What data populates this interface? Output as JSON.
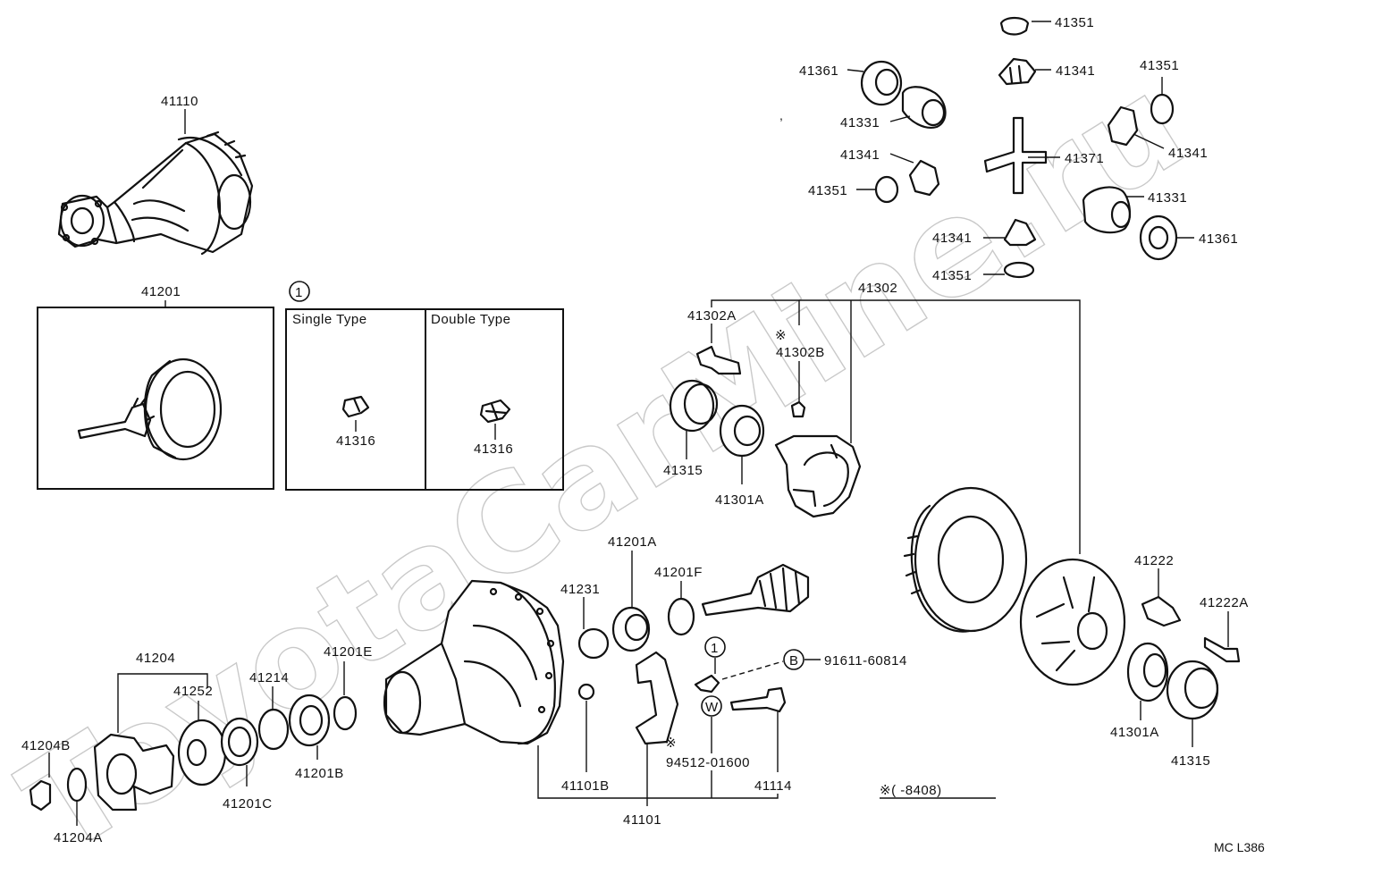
{
  "watermark": "ToyotaCarMine.ru",
  "inset": {
    "callout": "1",
    "single_label": "Single Type",
    "double_label": "Double Type"
  },
  "labels": {
    "p41110": "41110",
    "p41201": "41201",
    "p41316_single": "41316",
    "p41316_double": "41316",
    "p41351_top": "41351",
    "p41341_top": "41341",
    "p41361_left": "41361",
    "p41331_left": "41331",
    "p41341_left": "41341",
    "p41351_left": "41351",
    "p41351_right": "41351",
    "p41341_right": "41341",
    "p41371": "41371",
    "p41331_right": "41331",
    "p41341_bottom": "41341",
    "p41361_right": "41361",
    "p41351_bottom": "41351",
    "p41302": "41302",
    "p41302A": "41302A",
    "p41302B": "41302B",
    "p41302B_mark": "※",
    "p41315_left": "41315",
    "p41301A_left": "41301A",
    "p41201A": "41201A",
    "p41201F": "41201F",
    "p41231": "41231",
    "p41222": "41222",
    "p41222A": "41222A",
    "p41204": "41204",
    "p41252": "41252",
    "p41214": "41214",
    "p41201E": "41201E",
    "p41204B": "41204B",
    "p41204A": "41204A",
    "p41201C": "41201C",
    "p41201B": "41201B",
    "callout_1_b": "1",
    "marker_B": "B",
    "p91611": "91611-60814",
    "marker_W": "W",
    "mark_94512": "※",
    "p94512": "94512-01600",
    "p41101B": "41101B",
    "p41114": "41114",
    "p41101": "41101",
    "p41301A_right": "41301A",
    "p41315_right": "41315",
    "footnote": "※(      -8408)",
    "drawing_code": "MC L386"
  }
}
